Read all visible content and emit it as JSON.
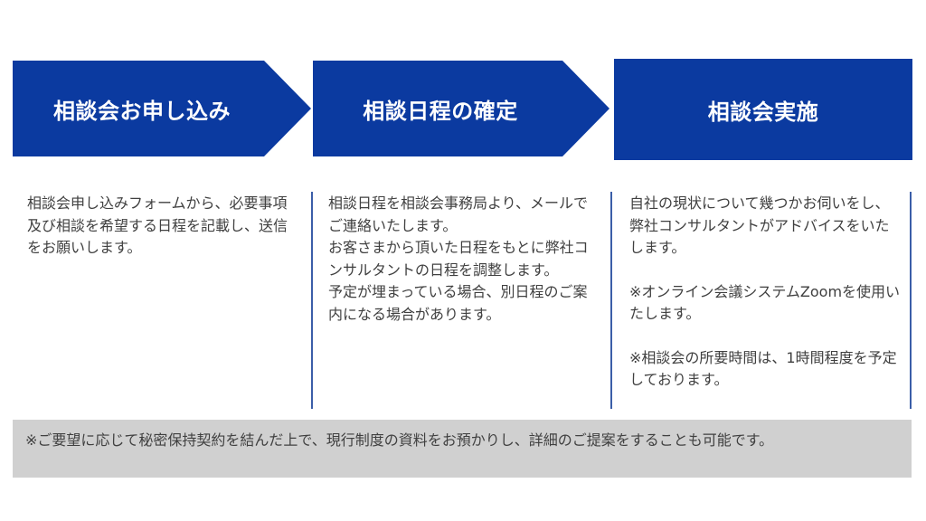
{
  "steps": [
    {
      "label": "相談会お申し込み"
    },
    {
      "label": "相談日程の確定"
    },
    {
      "label": "相談会実施"
    }
  ],
  "descriptions": {
    "step1": "相談会申し込みフォームから、必要事項及び相談を希望する日程を記載し、送信をお願いします。",
    "step2": {
      "p1": "相談日程を相談会事務局より、メールでご連絡いたします。",
      "p2": "お客さまから頂いた日程をもとに弊社コンサルタントの日程を調整します。",
      "p3": "予定が埋まっている場合、別日程のご案内になる場合があります。"
    },
    "step3": {
      "p1": "自社の現状について幾つかお伺いをし、弊社コンサルタントがアドバイスをいたします。",
      "p2": "※オンライン会議システムZoomを使用いたします。",
      "p3": "※相談会の所要時間は、1時間程度を予定しております。"
    }
  },
  "note": "※ご要望に応じて秘密保持契約を結んだ上で、現行制度の資料をお預かりし、詳細のご提案をすることも可能です。",
  "colors": {
    "step_bg": "#0b3aa0",
    "divider": "#3b5ea8",
    "note_bg": "#d0d0d0",
    "text": "#404040"
  }
}
